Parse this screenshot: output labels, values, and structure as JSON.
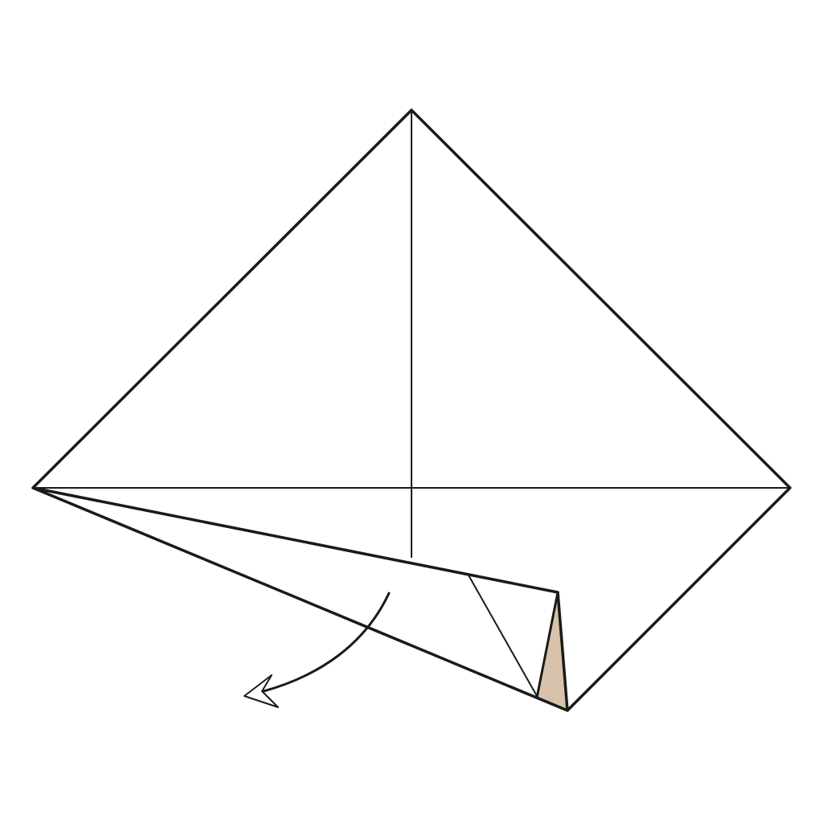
{
  "diagram": {
    "kind": "origami fold step",
    "colors": {
      "background": "#ffffff",
      "line": "#1a1a1a",
      "paper_back": "#d7c3ab",
      "arrow_fill": "#ffffff"
    },
    "elements": [
      {
        "name": "square-paper-outline",
        "role": "paper square"
      },
      {
        "name": "vertical-crease",
        "role": "crease line"
      },
      {
        "name": "horizontal-crease",
        "role": "crease line"
      },
      {
        "name": "folded-flap",
        "role": "flap"
      },
      {
        "name": "flap-inner-crease",
        "role": "crease line"
      },
      {
        "name": "paper-back-side",
        "role": "coloured side of paper"
      },
      {
        "name": "fold-direction-arrow",
        "role": "unfold arrow"
      }
    ]
  }
}
